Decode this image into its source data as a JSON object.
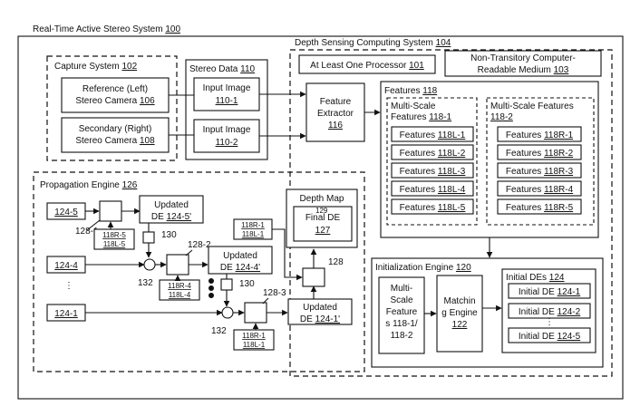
{
  "system": {
    "label": "Real-Time Active Stereo System",
    "ref": "100"
  },
  "capture": {
    "label": "Capture System",
    "ref": "102",
    "ref_camera": {
      "line1": "Reference (Left)",
      "line2": "Stereo Camera",
      "ref": "106"
    },
    "sec_camera": {
      "line1": "Secondary (Right)",
      "line2": "Stereo Camera",
      "ref": "108"
    }
  },
  "stereo": {
    "label": "Stereo Data",
    "ref": "110",
    "img1": {
      "line1": "Input Image",
      "ref": "110-1"
    },
    "img2": {
      "line1": "Input Image",
      "ref": "110-2"
    }
  },
  "depth_sys": {
    "label": "Depth Sensing Computing System",
    "ref": "104"
  },
  "processor": {
    "label": "At Least One Processor",
    "ref": "101"
  },
  "medium": {
    "line1": "Non-Transitory Computer-",
    "line2": "Readable Medium",
    "ref": "103"
  },
  "extractor": {
    "line1": "Feature",
    "line2": "Extractor",
    "ref": "116"
  },
  "features": {
    "label": "Features",
    "ref": "118",
    "left": {
      "line1": "Multi-Scale",
      "line2": "Features",
      "ref": "118-1",
      "items": [
        "118L-1",
        "118L-2",
        "118L-3",
        "118L-4",
        "118L-5"
      ]
    },
    "right": {
      "line1": "Multi-Scale Features",
      "ref": "118-2",
      "items": [
        "118R-1",
        "118R-2",
        "118R-3",
        "118R-4",
        "118R-5"
      ]
    },
    "item_prefix": "Features"
  },
  "propagation": {
    "label": "Propagation Engine",
    "ref": "126",
    "in_top": "124-5",
    "in_mid": "124-4",
    "in_bot": "124-1",
    "vdots": "⋮",
    "updated_top": {
      "line1": "Updated",
      "prefix": "DE",
      "ref": "124-5'"
    },
    "updated_mid": {
      "line1": "Updated",
      "prefix": "DE",
      "ref": "124-4'"
    },
    "updated_bot": {
      "line1": "Updated",
      "prefix": "DE",
      "ref": "124-1'"
    },
    "feat_top": [
      "118R-5",
      "118L-5"
    ],
    "feat_mid": [
      "118R-4",
      "118L-4"
    ],
    "feat_bot": [
      "118R-1",
      "118L-1"
    ],
    "feat_depth": [
      "118R-1",
      "118L-1"
    ],
    "labels": {
      "l128_1": "128-1",
      "l130a": "130",
      "l128_2": "128-2",
      "l132a": "132",
      "l130b": "130",
      "l128_3": "128-3",
      "l132b": "132",
      "l128": "128",
      "l129": "129"
    }
  },
  "depth_map": {
    "label": "Depth Map",
    "final_prefix": "Final DE",
    "ref": "127"
  },
  "init": {
    "label": "Initialization Engine",
    "ref": "120",
    "msf": {
      "lines": [
        "Multi-",
        "Scale",
        "Feature",
        "s 118-1/",
        "118-2"
      ]
    },
    "matching": {
      "line1": "Matchin",
      "line2": "g Engine",
      "ref": "122"
    },
    "initial": {
      "label": "Initial DEs",
      "ref": "124",
      "item_prefix": "Initial DE",
      "items": [
        "124-1",
        "124-2",
        "124-5"
      ],
      "vdots": "⋮"
    }
  }
}
